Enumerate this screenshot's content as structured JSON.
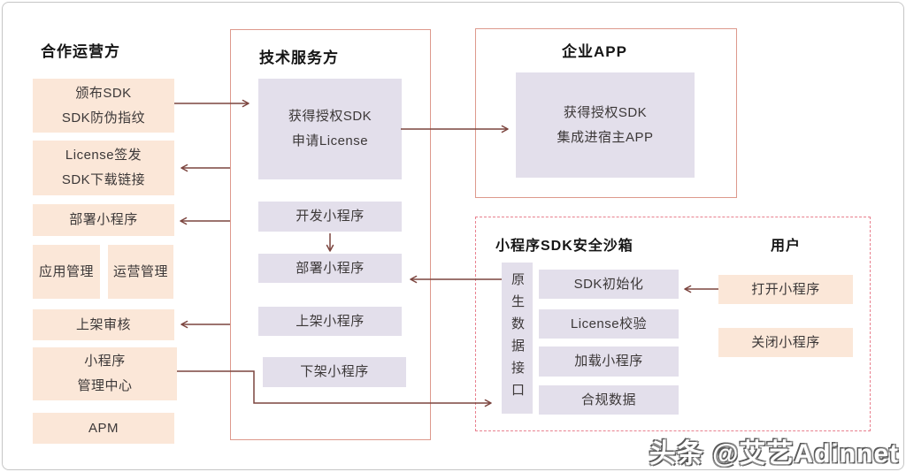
{
  "colors": {
    "peach_fill": "#fbe7d8",
    "lavender_fill": "#e3dfeb",
    "panel_border": "#dd998c",
    "sandbox_border": "#e8808e",
    "arrow_color": "#7c453f"
  },
  "partner": {
    "title": "合作运营方",
    "items": {
      "publish_sdk": "颁布SDK\nSDK防伪指纹",
      "license_issue": "License签发\nSDK下载链接",
      "deploy_mp": "部署小程序",
      "app_mgmt": "应用管理",
      "ops_mgmt": "运营管理",
      "review": "上架审核",
      "mp_center": "小程序\n管理中心",
      "apm": "APM"
    }
  },
  "tech": {
    "title": "技术服务方",
    "items": {
      "get_sdk": "获得授权SDK\n申请License",
      "develop": "开发小程序",
      "deploy": "部署小程序",
      "publish": "上架小程序",
      "unpublish": "下架小程序"
    }
  },
  "enterprise": {
    "title": "企业APP",
    "items": {
      "integrate": "获得授权SDK\n集成进宿主APP"
    }
  },
  "sandbox": {
    "title": "小程序SDK安全沙箱",
    "native_api": "原生数据接口",
    "items": {
      "init": "SDK初始化",
      "license_check": "License校验",
      "load": "加载小程序",
      "compliance": "合规数据"
    }
  },
  "user": {
    "title": "用户",
    "items": {
      "open": "打开小程序",
      "close": "关闭小程序"
    }
  },
  "watermark": "头条 @艾艺Adinnet"
}
